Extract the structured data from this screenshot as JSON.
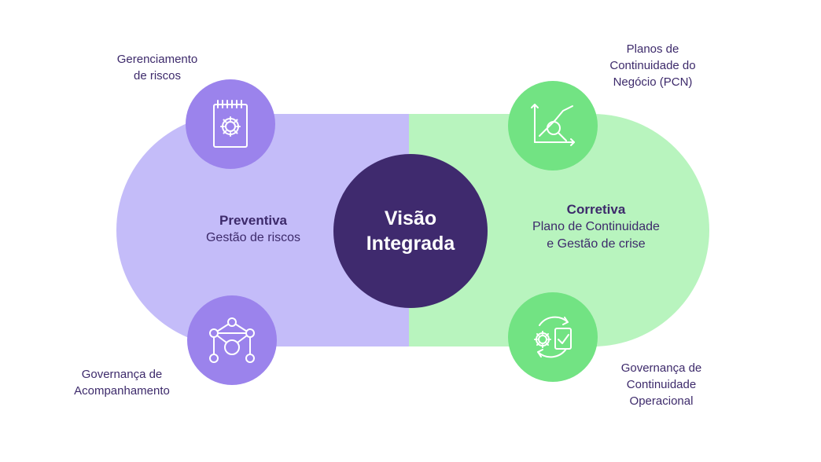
{
  "center": {
    "line1": "Visão",
    "line2": "Integrada"
  },
  "preventive": {
    "title": "Preventiva",
    "subtitle": "Gestão de riscos"
  },
  "corrective": {
    "title": "Corretiva",
    "line1": "Plano de Continuidade",
    "line2": "e Gestão de crise"
  },
  "nodes": {
    "risk_management": {
      "line1": "Gerenciamento",
      "line2": "de riscos",
      "icon": "notepad-gear-icon"
    },
    "governance_monitoring": {
      "line1": "Governança de",
      "line2": "Acompanhamento",
      "icon": "network-nodes-icon"
    },
    "pcn": {
      "line1": "Planos de",
      "line2": "Continuidade do",
      "line3": "Negócio (PCN)",
      "icon": "chart-magnifier-icon"
    },
    "operational": {
      "line1": "Governança de",
      "line2": "Continuidade",
      "line3": "Operacional",
      "icon": "gear-document-cycle-icon"
    }
  },
  "colors": {
    "preventive_bg": "#c4bcf9",
    "corrective_bg": "#b8f4be",
    "purple_node": "#9b83ec",
    "green_node": "#72e383",
    "center": "#3f2a6e",
    "text": "#3d2a6b"
  }
}
